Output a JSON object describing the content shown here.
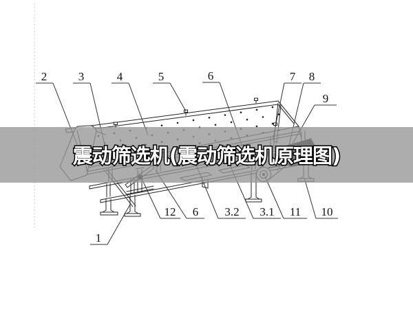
{
  "watermark": {
    "text": "震动筛选机(震动筛选机原理图)",
    "band_color": "#969696"
  },
  "figure": {
    "line_color": "#222222",
    "background": "#ffffff"
  },
  "callouts": [
    {
      "id": "c2",
      "label": "2"
    },
    {
      "id": "c3",
      "label": "3"
    },
    {
      "id": "c4",
      "label": "4"
    },
    {
      "id": "c5",
      "label": "5"
    },
    {
      "id": "c6t",
      "label": "6"
    },
    {
      "id": "c7",
      "label": "7"
    },
    {
      "id": "c8",
      "label": "8"
    },
    {
      "id": "c9",
      "label": "9"
    },
    {
      "id": "c1",
      "label": "1"
    },
    {
      "id": "c12",
      "label": "12"
    },
    {
      "id": "c6b",
      "label": "6"
    },
    {
      "id": "c32",
      "label": "3.2"
    },
    {
      "id": "c31",
      "label": "3.1"
    },
    {
      "id": "c11",
      "label": "11"
    },
    {
      "id": "c10",
      "label": "10"
    }
  ]
}
